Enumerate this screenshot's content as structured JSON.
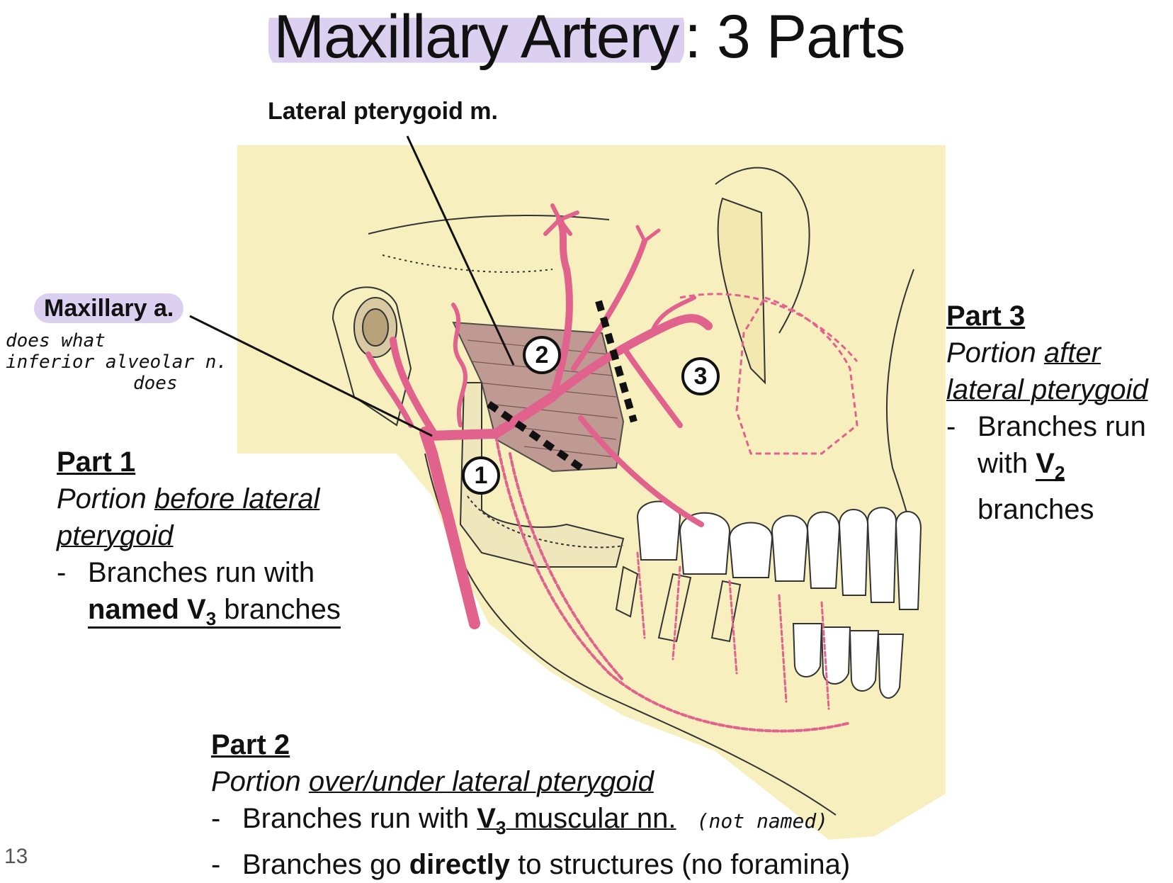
{
  "title": {
    "highlighted": "Maxillary Artery",
    "rest": ": 3 Parts"
  },
  "labels": {
    "lateral_pterygoid": "Lateral pterygoid m.",
    "maxillary_a": "Maxillary a.",
    "handwritten_note": [
      "does what",
      "inferior alveolar n.",
      "does"
    ],
    "handwritten_not_named": "(not named)",
    "markers": [
      "1",
      "2",
      "3"
    ]
  },
  "part1": {
    "heading": "Part 1",
    "desc_prefix": "Portion ",
    "desc_underlined": "before lateral pterygoid",
    "bullet_prefix": "Branches run with",
    "bullet_bold": "named V",
    "bullet_sub": "3",
    "bullet_suffix": " branches"
  },
  "part2": {
    "heading": "Part 2",
    "desc_prefix": "Portion ",
    "desc_underlined": "over/under lateral pterygoid",
    "bullet1_prefix": "Branches run with ",
    "bullet1_underlined": "V",
    "bullet1_sub": "3",
    "bullet1_underlined2": " muscular nn.",
    "bullet2_prefix": "Branches go ",
    "bullet2_bold": "directly",
    "bullet2_suffix": " to structures (no foramina)"
  },
  "part3": {
    "heading": "Part 3",
    "desc_prefix": "Portion ",
    "desc_underlined1": "after",
    "desc_underlined2": "lateral pterygoid",
    "bullet_prefix": "Branches run",
    "bullet_line2": "with ",
    "bullet_bold": "V",
    "bullet_sub": "2",
    "bullet_line3": "branches"
  },
  "page_number": "13",
  "colors": {
    "bone": "#f7efbe",
    "artery": "#e0628d",
    "muscle": "#b58c8c",
    "highlight": "#dcd0f0"
  }
}
